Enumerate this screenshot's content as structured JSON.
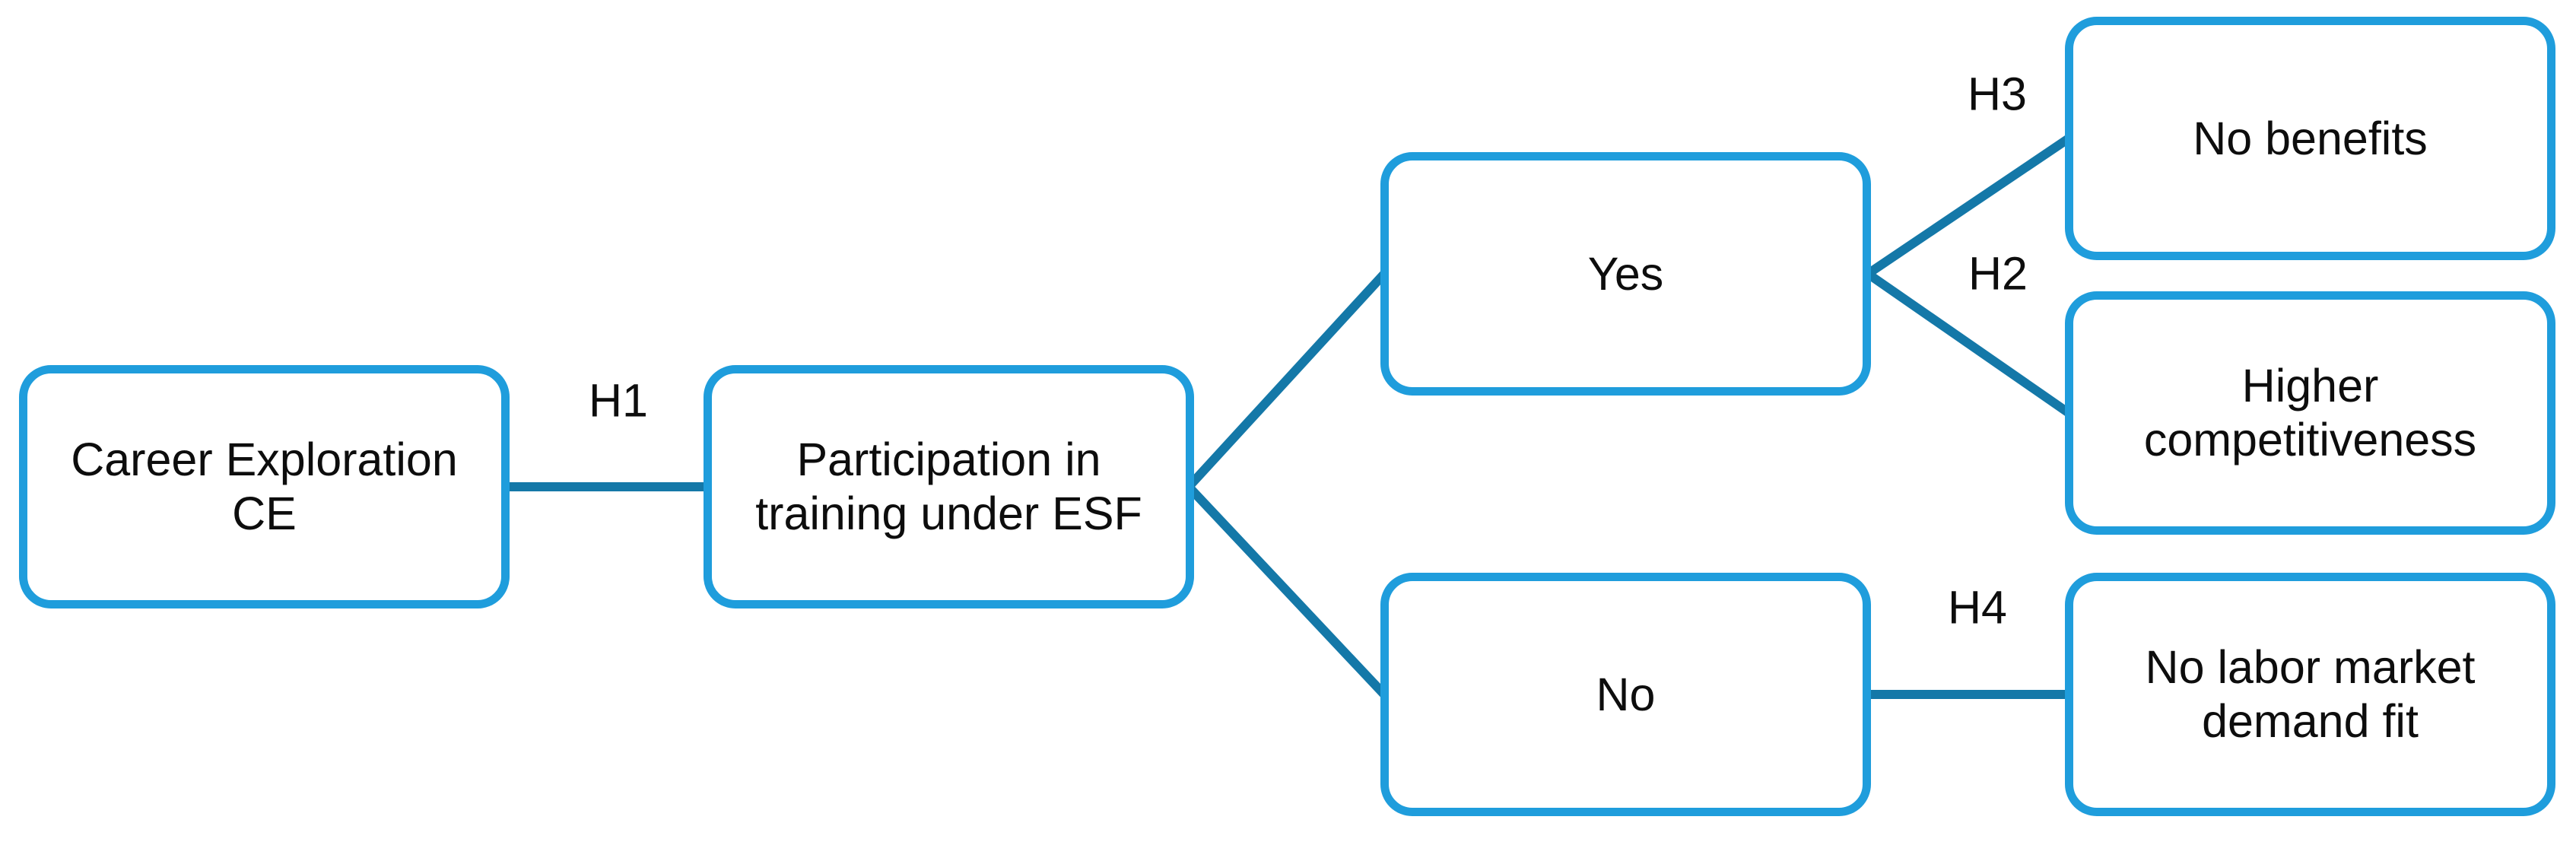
{
  "diagram": {
    "title": "",
    "colors": {
      "box_border": "#1F9DDC",
      "connector": "#1478A8",
      "text": "#0d0d0d",
      "background": "#ffffff"
    },
    "nodes": [
      {
        "id": "career-exploration",
        "label": "Career Exploration CE"
      },
      {
        "id": "participation-esf",
        "label": "Participation in\ntraining under ESF"
      },
      {
        "id": "yes",
        "label": "Yes"
      },
      {
        "id": "no",
        "label": "No"
      },
      {
        "id": "no-benefits",
        "label": "No benefits"
      },
      {
        "id": "higher-competitiveness",
        "label": "Higher\ncompetitiveness"
      },
      {
        "id": "no-labor-market",
        "label": "No labor market\ndemand fit"
      }
    ],
    "edges": [
      {
        "from": "career-exploration",
        "to": "participation-esf",
        "label": "H1"
      },
      {
        "from": "participation-esf",
        "to": "yes",
        "label": ""
      },
      {
        "from": "participation-esf",
        "to": "no",
        "label": ""
      },
      {
        "from": "yes",
        "to": "no-benefits",
        "label": "H3"
      },
      {
        "from": "yes",
        "to": "higher-competitiveness",
        "label": "H2"
      },
      {
        "from": "no",
        "to": "no-labor-market",
        "label": "H4"
      }
    ]
  }
}
